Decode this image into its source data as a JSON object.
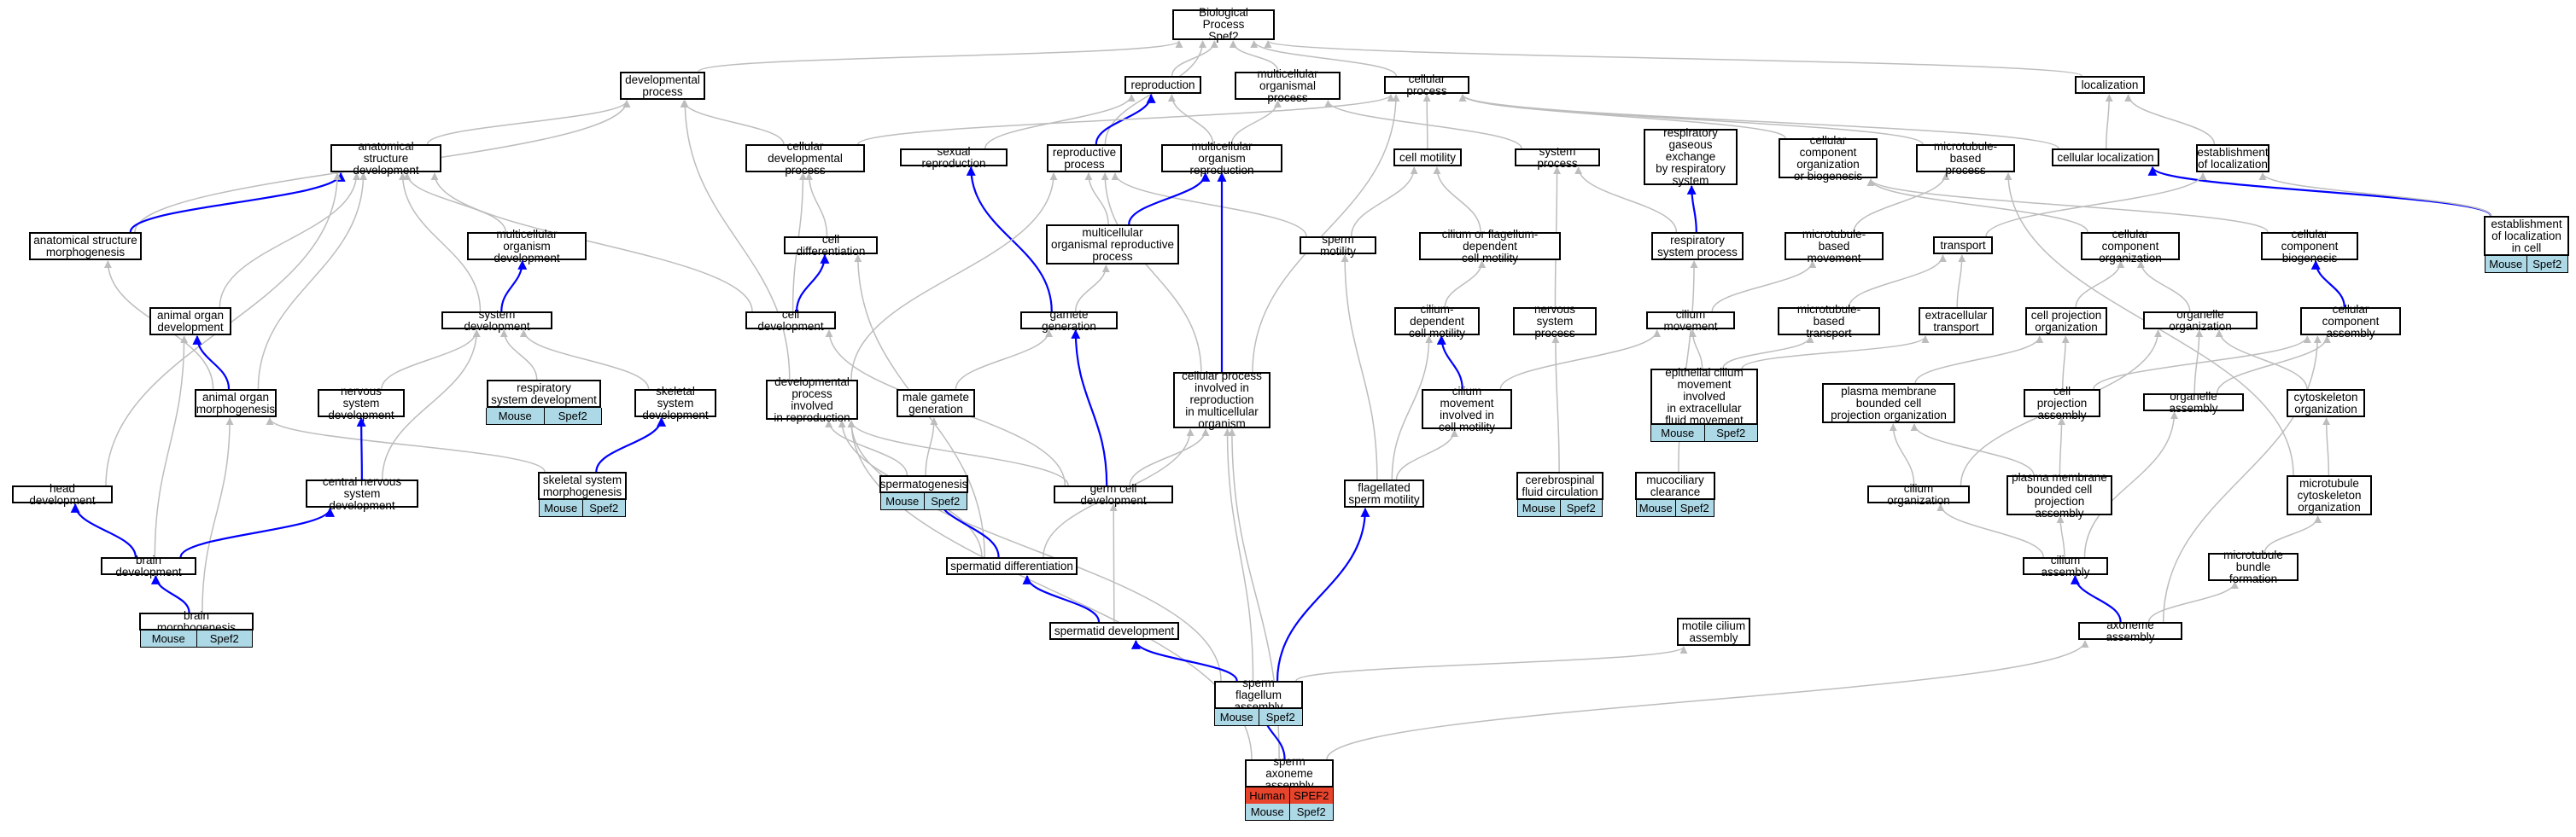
{
  "colors": {
    "node_border": "#000000",
    "edge_gray": "#bdbdbd",
    "edge_blue": "#0000ff",
    "mouse_fill": "#add8e6",
    "human_fill": "#e8442c"
  },
  "nodes": [
    {
      "id": "bp",
      "label": "Biological Process\nSpef2"
    },
    {
      "id": "devproc",
      "label": "developmental\nprocess"
    },
    {
      "id": "repro",
      "label": "reproduction"
    },
    {
      "id": "multiproc",
      "label": "multicellular\norganismal process"
    },
    {
      "id": "cellproc",
      "label": "cellular process"
    },
    {
      "id": "local",
      "label": "localization"
    },
    {
      "id": "asd",
      "label": "anatomical structure\ndevelopment"
    },
    {
      "id": "celldevproc",
      "label": "cellular developmental\nprocess"
    },
    {
      "id": "sexrep",
      "label": "sexual reproduction"
    },
    {
      "id": "reproproc",
      "label": "reproductive\nprocess"
    },
    {
      "id": "morep",
      "label": "multicellular\norganism reproduction"
    },
    {
      "id": "cellmot",
      "label": "cell motility"
    },
    {
      "id": "sysproc",
      "label": "system process"
    },
    {
      "id": "respgas",
      "label": "respiratory\ngaseous exchange\nby respiratory\nsystem"
    },
    {
      "id": "ccob",
      "label": "cellular component\norganization\nor biogenesis"
    },
    {
      "id": "mtbp",
      "label": "microtubule-based\nprocess"
    },
    {
      "id": "cellloc",
      "label": "cellular localization"
    },
    {
      "id": "estloc",
      "label": "establishment\nof localization"
    },
    {
      "id": "asm",
      "label": "anatomical structure\nmorphogenesis"
    },
    {
      "id": "mod",
      "label": "multicellular\norganism development"
    },
    {
      "id": "celldiff",
      "label": "cell differentiation"
    },
    {
      "id": "morp",
      "label": "multicellular\norganismal reproductive\nprocess"
    },
    {
      "id": "spermmot",
      "label": "sperm motility"
    },
    {
      "id": "cfdm",
      "label": "cilium or flagellum-dependent\ncell motility"
    },
    {
      "id": "respsys",
      "label": "respiratory\nsystem process"
    },
    {
      "id": "mtbm",
      "label": "microtubule-based\nmovement"
    },
    {
      "id": "transport",
      "label": "transport"
    },
    {
      "id": "ccorg",
      "label": "cellular component\norganization"
    },
    {
      "id": "ccbio",
      "label": "cellular component\nbiogenesis"
    },
    {
      "id": "estlocc",
      "label": "establishment\nof localization\nin cell"
    },
    {
      "id": "aod",
      "label": "animal organ\ndevelopment"
    },
    {
      "id": "sysdev",
      "label": "system development"
    },
    {
      "id": "celldev",
      "label": "cell development"
    },
    {
      "id": "gamgen",
      "label": "gamete generation"
    },
    {
      "id": "cdcm",
      "label": "cilium-dependent\ncell motility"
    },
    {
      "id": "nsp",
      "label": "nervous system\nprocess"
    },
    {
      "id": "cilmov",
      "label": "cilium movement"
    },
    {
      "id": "mtbt",
      "label": "microtubule-based\ntransport"
    },
    {
      "id": "extra",
      "label": "extracellular\ntransport"
    },
    {
      "id": "cpo",
      "label": "cell projection\norganization"
    },
    {
      "id": "orgorg",
      "label": "organelle organization"
    },
    {
      "id": "cca",
      "label": "cellular component\nassembly"
    },
    {
      "id": "aom",
      "label": "animal organ\nmorphogenesis"
    },
    {
      "id": "nsd",
      "label": "nervous system\ndevelopment"
    },
    {
      "id": "rsd",
      "label": "respiratory\nsystem development"
    },
    {
      "id": "ssd",
      "label": "skeletal system\ndevelopment"
    },
    {
      "id": "dpir",
      "label": "developmental\nprocess involved\nin reproduction"
    },
    {
      "id": "mgg",
      "label": "male gamete\ngeneration"
    },
    {
      "id": "cpirm",
      "label": "cellular process\ninvolved in\nreproduction\nin multicellular\norganism"
    },
    {
      "id": "cmic",
      "label": "cilium movement\ninvolved in\ncell motility"
    },
    {
      "id": "ecm",
      "label": "epithelial cilium\nmovement involved\nin extracellular\nfluid movement"
    },
    {
      "id": "pmbcpo",
      "label": "plasma membrane\nbounded cell\nprojection organization"
    },
    {
      "id": "cpa",
      "label": "cell projection\nassembly"
    },
    {
      "id": "orgasm",
      "label": "organelle assembly"
    },
    {
      "id": "cytorg",
      "label": "cytoskeleton\norganization"
    },
    {
      "id": "headdev",
      "label": "head development"
    },
    {
      "id": "cnsd",
      "label": "central nervous\nsystem development"
    },
    {
      "id": "ssm",
      "label": "skeletal system\nmorphogenesis"
    },
    {
      "id": "spermato",
      "label": "spermatogenesis"
    },
    {
      "id": "germ",
      "label": "germ cell development"
    },
    {
      "id": "fsm",
      "label": "flagellated\nsperm motility"
    },
    {
      "id": "csf",
      "label": "cerebrospinal\nfluid circulation"
    },
    {
      "id": "mucc",
      "label": "mucociliary\nclearance"
    },
    {
      "id": "cilorg",
      "label": "cilium organization"
    },
    {
      "id": "pmbcpa",
      "label": "plasma membrane\nbounded cell\nprojection assembly"
    },
    {
      "id": "mtco",
      "label": "microtubule\ncytoskeleton\norganization"
    },
    {
      "id": "braindev",
      "label": "brain development"
    },
    {
      "id": "sdiff",
      "label": "spermatid differentiation"
    },
    {
      "id": "cilasm",
      "label": "cilium assembly"
    },
    {
      "id": "mtbf",
      "label": "microtubule\nbundle formation"
    },
    {
      "id": "brainmorph",
      "label": "brain morphogenesis"
    },
    {
      "id": "sdev",
      "label": "spermatid development"
    },
    {
      "id": "mca",
      "label": "motile cilium\nassembly"
    },
    {
      "id": "axa",
      "label": "axoneme assembly"
    },
    {
      "id": "sfa",
      "label": "sperm flagellum\nassembly"
    },
    {
      "id": "saa",
      "label": "sperm axoneme\nassembly"
    }
  ],
  "annotations": [
    {
      "node": "estlocc",
      "rows": [
        [
          "Mouse",
          "Spef2"
        ]
      ]
    },
    {
      "node": "rsd",
      "rows": [
        [
          "Mouse",
          "Spef2"
        ]
      ]
    },
    {
      "node": "ecm",
      "rows": [
        [
          "Mouse",
          "Spef2"
        ]
      ]
    },
    {
      "node": "ssm",
      "rows": [
        [
          "Mouse",
          "Spef2"
        ]
      ]
    },
    {
      "node": "spermato",
      "rows": [
        [
          "Mouse",
          "Spef2"
        ]
      ]
    },
    {
      "node": "csf",
      "rows": [
        [
          "Mouse",
          "Spef2"
        ]
      ]
    },
    {
      "node": "mucc",
      "rows": [
        [
          "Mouse",
          "Spef2"
        ]
      ]
    },
    {
      "node": "brainmorph",
      "rows": [
        [
          "Mouse",
          "Spef2"
        ]
      ]
    },
    {
      "node": "sfa",
      "rows": [
        [
          "Mouse",
          "Spef2"
        ]
      ]
    },
    {
      "node": "saa",
      "rows": [
        [
          "Human",
          "SPEF2"
        ],
        [
          "Mouse",
          "Spef2"
        ]
      ]
    }
  ],
  "edges": [
    [
      "devproc",
      "bp",
      "g"
    ],
    [
      "repro",
      "bp",
      "g"
    ],
    [
      "multiproc",
      "bp",
      "g"
    ],
    [
      "cellproc",
      "bp",
      "g"
    ],
    [
      "local",
      "bp",
      "g"
    ],
    [
      "reproproc",
      "bp",
      "g"
    ],
    [
      "asd",
      "devproc",
      "g"
    ],
    [
      "celldevproc",
      "devproc",
      "g"
    ],
    [
      "dpir",
      "devproc",
      "g"
    ],
    [
      "asm",
      "devproc",
      "g"
    ],
    [
      "sexrep",
      "repro",
      "g"
    ],
    [
      "reproproc",
      "repro",
      "b"
    ],
    [
      "morep",
      "repro",
      "g"
    ],
    [
      "morep",
      "multiproc",
      "g"
    ],
    [
      "sysproc",
      "multiproc",
      "g"
    ],
    [
      "celldevproc",
      "cellproc",
      "g"
    ],
    [
      "cellmot",
      "cellproc",
      "g"
    ],
    [
      "ccob",
      "cellproc",
      "g"
    ],
    [
      "mtbp",
      "cellproc",
      "g"
    ],
    [
      "cellloc",
      "cellproc",
      "g"
    ],
    [
      "cpirm",
      "cellproc",
      "g"
    ],
    [
      "cellloc",
      "local",
      "g"
    ],
    [
      "estloc",
      "local",
      "g"
    ],
    [
      "asm",
      "asd",
      "b"
    ],
    [
      "mod",
      "asd",
      "g"
    ],
    [
      "aod",
      "asd",
      "g"
    ],
    [
      "sysdev",
      "asd",
      "g"
    ],
    [
      "aom",
      "asd",
      "g"
    ],
    [
      "celldev",
      "asd",
      "g"
    ],
    [
      "headdev",
      "asd",
      "g"
    ],
    [
      "celldiff",
      "celldevproc",
      "g"
    ],
    [
      "celldev",
      "celldevproc",
      "g"
    ],
    [
      "gamgen",
      "sexrep",
      "b"
    ],
    [
      "morp",
      "reproproc",
      "g"
    ],
    [
      "dpir",
      "reproproc",
      "g"
    ],
    [
      "spermmot",
      "reproproc",
      "g"
    ],
    [
      "cpirm",
      "reproproc",
      "g"
    ],
    [
      "morp",
      "morep",
      "b"
    ],
    [
      "cpirm",
      "morep",
      "b"
    ],
    [
      "cfdm",
      "cellmot",
      "g"
    ],
    [
      "spermmot",
      "cellmot",
      "g"
    ],
    [
      "respsys",
      "sysproc",
      "g"
    ],
    [
      "nsp",
      "sysproc",
      "g"
    ],
    [
      "respsys",
      "respgas",
      "b"
    ],
    [
      "ccorg",
      "ccob",
      "g"
    ],
    [
      "ccbio",
      "ccob",
      "g"
    ],
    [
      "mtbm",
      "mtbp",
      "g"
    ],
    [
      "mtco",
      "mtbp",
      "g"
    ],
    [
      "estlocc",
      "cellloc",
      "b"
    ],
    [
      "transport",
      "estloc",
      "g"
    ],
    [
      "estlocc",
      "estloc",
      "g"
    ],
    [
      "aom",
      "asm",
      "g"
    ],
    [
      "sysdev",
      "mod",
      "b"
    ],
    [
      "celldev",
      "celldiff",
      "b"
    ],
    [
      "sdiff",
      "celldiff",
      "g"
    ],
    [
      "gamgen",
      "morp",
      "g"
    ],
    [
      "fsm",
      "spermmot",
      "g"
    ],
    [
      "cdcm",
      "cfdm",
      "g"
    ],
    [
      "mucc",
      "respsys",
      "g"
    ],
    [
      "cilmov",
      "mtbm",
      "g"
    ],
    [
      "mtbt",
      "transport",
      "g"
    ],
    [
      "extra",
      "transport",
      "g"
    ],
    [
      "cpo",
      "ccorg",
      "g"
    ],
    [
      "orgorg",
      "ccorg",
      "g"
    ],
    [
      "cca",
      "ccbio",
      "b"
    ],
    [
      "aom",
      "aod",
      "b"
    ],
    [
      "braindev",
      "aod",
      "g"
    ],
    [
      "nsd",
      "sysdev",
      "g"
    ],
    [
      "rsd",
      "sysdev",
      "g"
    ],
    [
      "ssd",
      "sysdev",
      "g"
    ],
    [
      "cnsd",
      "sysdev",
      "g"
    ],
    [
      "germ",
      "celldev",
      "g"
    ],
    [
      "germ",
      "gamgen",
      "b"
    ],
    [
      "mgg",
      "gamgen",
      "g"
    ],
    [
      "cmic",
      "cdcm",
      "b"
    ],
    [
      "fsm",
      "cdcm",
      "g"
    ],
    [
      "csf",
      "nsp",
      "g"
    ],
    [
      "ecm",
      "cilmov",
      "g"
    ],
    [
      "cmic",
      "cilmov",
      "g"
    ],
    [
      "ecm",
      "mtbt",
      "g"
    ],
    [
      "ecm",
      "extra",
      "g"
    ],
    [
      "pmbcpo",
      "cpo",
      "g"
    ],
    [
      "cpa",
      "cpo",
      "g"
    ],
    [
      "cilorg",
      "orgorg",
      "g"
    ],
    [
      "orgasm",
      "orgorg",
      "g"
    ],
    [
      "cytorg",
      "orgorg",
      "g"
    ],
    [
      "cpa",
      "cca",
      "g"
    ],
    [
      "orgasm",
      "cca",
      "g"
    ],
    [
      "axa",
      "cca",
      "g"
    ],
    [
      "ssm",
      "aom",
      "g"
    ],
    [
      "brainmorph",
      "aom",
      "g"
    ],
    [
      "cnsd",
      "nsd",
      "b"
    ],
    [
      "ssm",
      "ssd",
      "b"
    ],
    [
      "spermato",
      "dpir",
      "g"
    ],
    [
      "germ",
      "dpir",
      "g"
    ],
    [
      "sdiff",
      "dpir",
      "g"
    ],
    [
      "sfa",
      "dpir",
      "g"
    ],
    [
      "saa",
      "dpir",
      "g"
    ],
    [
      "spermato",
      "mgg",
      "g"
    ],
    [
      "germ",
      "cpirm",
      "g"
    ],
    [
      "sdiff",
      "cpirm",
      "g"
    ],
    [
      "sfa",
      "cpirm",
      "g"
    ],
    [
      "saa",
      "cpirm",
      "g"
    ],
    [
      "fsm",
      "cmic",
      "g"
    ],
    [
      "pmbcpa",
      "pmbcpo",
      "g"
    ],
    [
      "cilorg",
      "pmbcpo",
      "g"
    ],
    [
      "pmbcpa",
      "cpa",
      "g"
    ],
    [
      "mtco",
      "cytorg",
      "g"
    ],
    [
      "braindev",
      "headdev",
      "b"
    ],
    [
      "braindev",
      "cnsd",
      "b"
    ],
    [
      "sdiff",
      "spermato",
      "b"
    ],
    [
      "sdev",
      "germ",
      "g"
    ],
    [
      "sfa",
      "fsm",
      "b"
    ],
    [
      "cilasm",
      "cilorg",
      "g"
    ],
    [
      "cilasm",
      "pmbcpa",
      "g"
    ],
    [
      "cilasm",
      "orgasm",
      "g"
    ],
    [
      "mtbf",
      "mtco",
      "g"
    ],
    [
      "brainmorph",
      "braindev",
      "b"
    ],
    [
      "sdev",
      "sdiff",
      "b"
    ],
    [
      "axa",
      "cilasm",
      "b"
    ],
    [
      "axa",
      "mtbf",
      "g"
    ],
    [
      "sfa",
      "sdev",
      "b"
    ],
    [
      "sfa",
      "mca",
      "g"
    ],
    [
      "saa",
      "sfa",
      "b"
    ],
    [
      "saa",
      "axa",
      "g"
    ]
  ]
}
